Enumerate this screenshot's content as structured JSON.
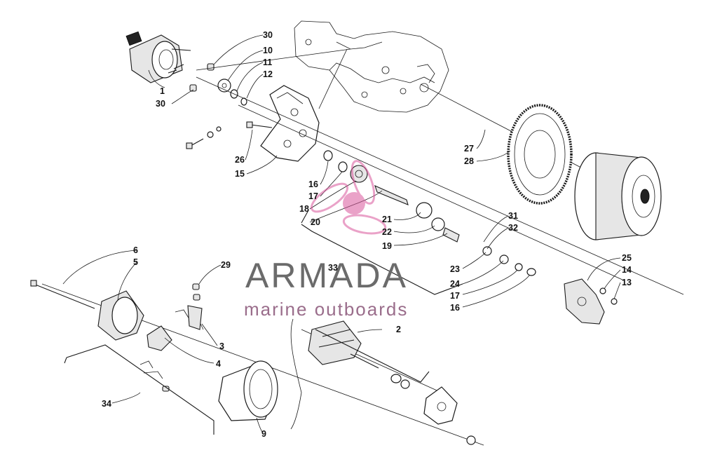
{
  "watermark": {
    "name": "ARMADA",
    "tagline": "marine outboards",
    "accent_color": "#d9579c",
    "text_color": "#6b6b6b"
  },
  "callouts": {
    "c30a": "30",
    "c10": "10",
    "c11": "11",
    "c12": "12",
    "c1": "1",
    "c30b": "30",
    "c26": "26",
    "c15": "15",
    "c16a": "16",
    "c17a": "17",
    "c18": "18",
    "c20": "20",
    "c21": "21",
    "c22": "22",
    "c19": "19",
    "c27": "27",
    "c28": "28",
    "c31": "31",
    "c32": "32",
    "c33": "33",
    "c23": "23",
    "c24": "24",
    "c17b": "17",
    "c16b": "16",
    "c25": "25",
    "c14": "14",
    "c13": "13",
    "c6": "6",
    "c5": "5",
    "c29": "29",
    "c3": "3",
    "c4": "4",
    "c2": "2",
    "c34": "34",
    "c9": "9"
  }
}
